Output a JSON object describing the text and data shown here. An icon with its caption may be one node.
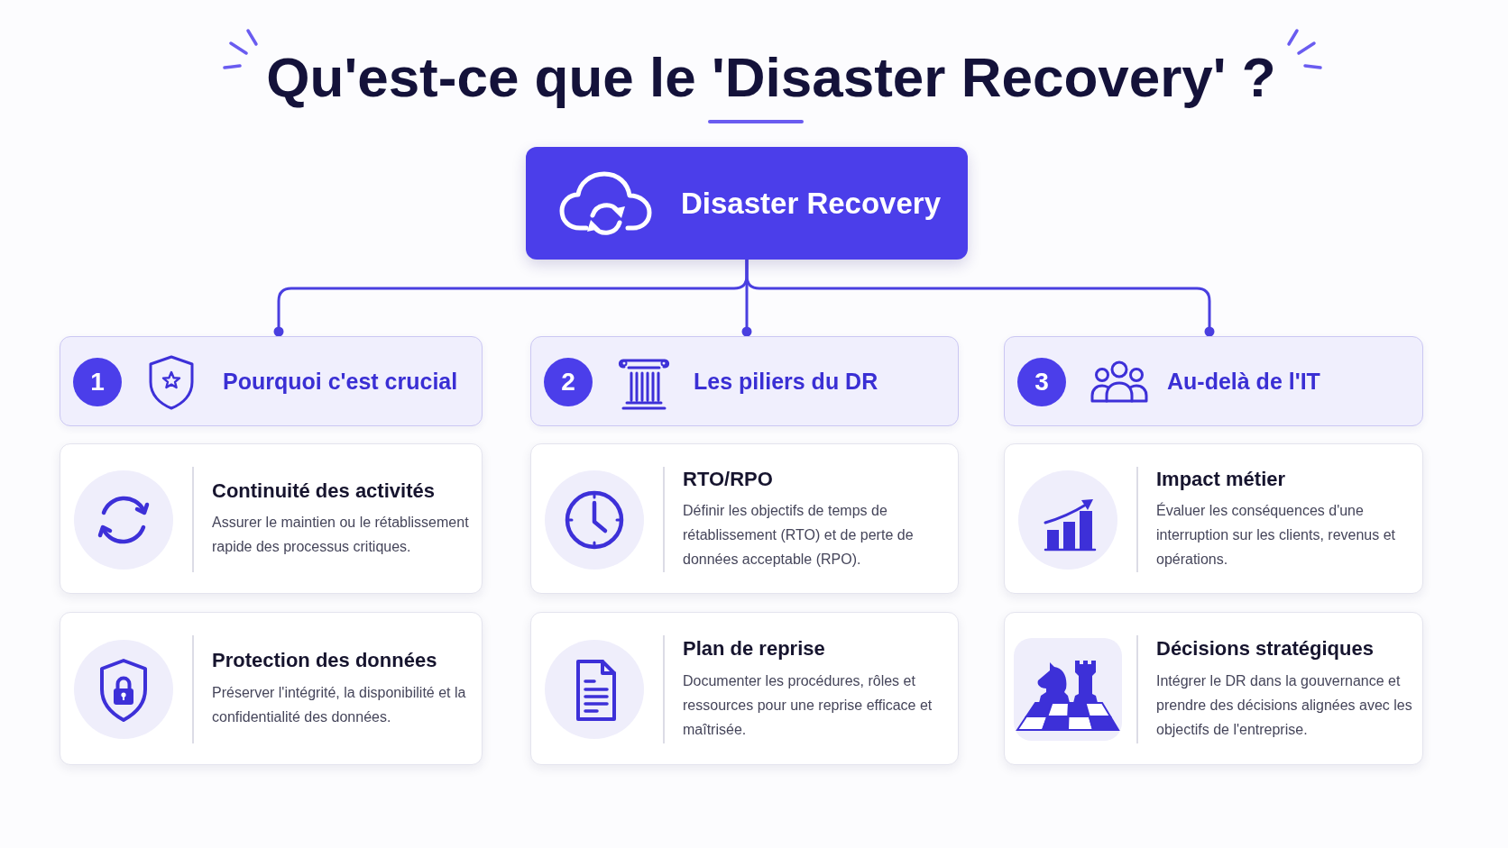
{
  "diagram": {
    "title": "Qu'est-ce que le 'Disaster Recovery' ?",
    "nodes": [
      {
        "text": [
          "Disaster Recovery"
        ]
      },
      {
        "text": [
          "1",
          "Pourquoi c'est crucial"
        ]
      },
      {
        "text": [
          "2",
          "Les piliers du DR"
        ]
      },
      {
        "text": [
          "3",
          "Au-delà de l'IT"
        ]
      },
      {
        "text": [
          "Continuité des activités",
          "Assurer le maintien ou le rétablissement rapide des processus critiques."
        ]
      },
      {
        "text": [
          "RTO/RPO",
          "Définir les objectifs de temps de rétablissement (RTO) et de perte de données acceptable (RPO)."
        ]
      },
      {
        "text": [
          "Impact métier",
          "Évaluer les conséquences d'une interruption sur les clients, revenus et opérations."
        ]
      },
      {
        "text": [
          "Protection des données",
          "Préserver l'intégrité, la disponibilité et la confidentialité des données."
        ]
      },
      {
        "text": [
          "Plan de reprise",
          "Documenter les procédures, rôles et ressources pour une reprise efficace et maîtrisée."
        ]
      },
      {
        "text": [
          "Décisions stratégiques",
          "Intégrer le DR dans la gouvernance et prendre des décisions alignées avec les objectifs de l'entreprise."
        ]
      }
    ],
    "edges": [
      {
        "from": 0,
        "to": 1,
        "arrow": "other"
      },
      {
        "from": 0,
        "to": 2,
        "arrow": "other"
      },
      {
        "from": 0,
        "to": 3,
        "arrow": "other"
      }
    ]
  }
}
